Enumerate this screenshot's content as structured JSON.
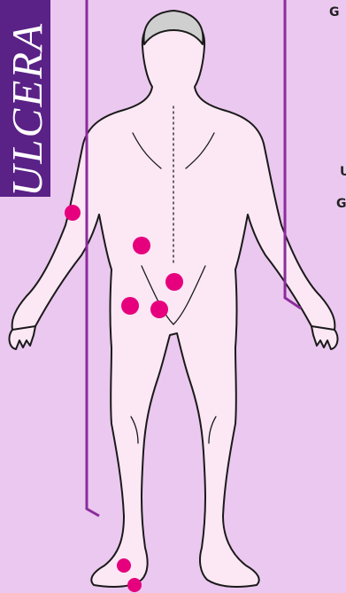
{
  "title": "ULCERA",
  "edge_labels": [
    "G",
    "U",
    "G"
  ],
  "colors": {
    "background": "#ebc8ef",
    "banner": "#5a2287",
    "leader_line": "#8b2d9e",
    "body_fill": "#fbe8f4",
    "body_outline": "#1a1a1a",
    "marker": "#e6007e"
  },
  "markers": [
    {
      "site": "right-elbow"
    },
    {
      "site": "lower-back-upper"
    },
    {
      "site": "sacrum"
    },
    {
      "site": "left-hip"
    },
    {
      "site": "left-buttock"
    },
    {
      "site": "heel"
    },
    {
      "site": "heel-lower"
    }
  ]
}
